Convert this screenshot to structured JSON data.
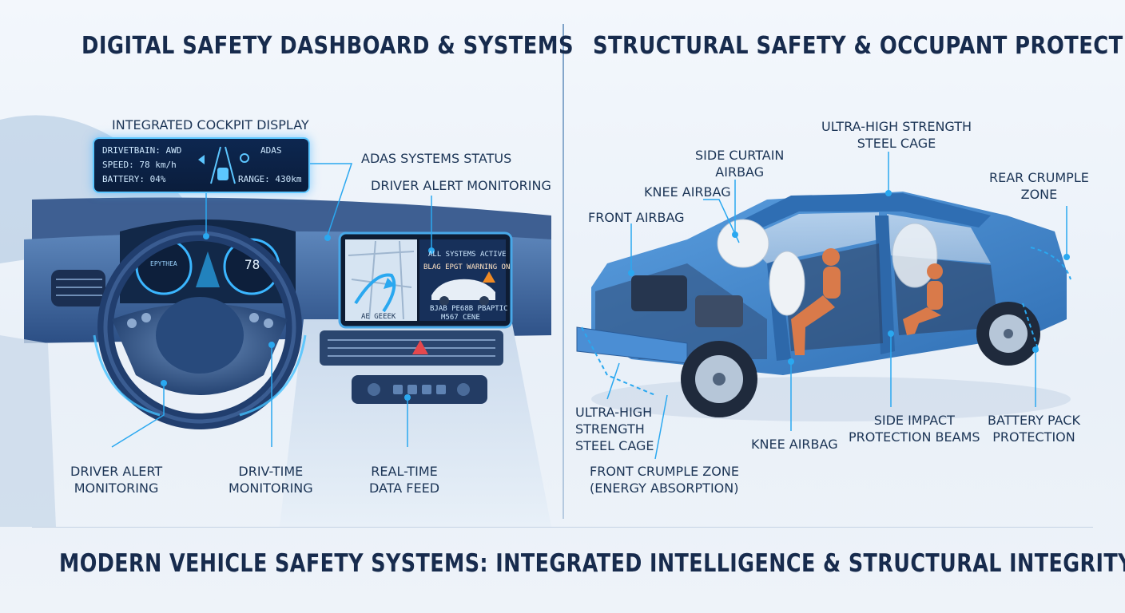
{
  "titles": {
    "left": "DIGITAL SAFETY DASHBOARD & SYSTEMS",
    "right": "STRUCTURAL SAFETY & OCCUPANT PROTECTION",
    "bottom": "MODERN VEHICLE SAFETY SYSTEMS: INTEGRATED INTELLIGENCE & STRUCTURAL INTEGRITY"
  },
  "cockpit_display": {
    "label": "INTEGRATED COCKPIT DISPLAY",
    "drivetrain": "DRIVETBAIN: AWD",
    "speed": "SPEED: 78 km/h",
    "battery": "BATTERY: 04%",
    "adas": "ADAS",
    "range": "RANGE: 430km"
  },
  "cluster": {
    "left_readout": "EPYTHEA",
    "right_readout": "78"
  },
  "infotainment": {
    "status_line": "ALL SYSTEMS ACTIVE",
    "warning_line": "BLAG EPGT WARNING ON",
    "feed_line_1": "BJAB PE68B PBAPTIC",
    "feed_line_2": "M567 CENE",
    "map_label": "AE GEEEK"
  },
  "left_callouts": {
    "adas_status": "ADAS SYSTEMS STATUS",
    "driver_alert_top": "DRIVER ALERT MONITORING",
    "driver_alert_bottom": [
      "DRIVER ALERT",
      "MONITORING"
    ],
    "drive_time": [
      "DRIV-TIME",
      "MONITORING"
    ],
    "data_feed": [
      "REAL-TIME",
      "DATA FEED"
    ]
  },
  "right_callouts": {
    "steel_cage_top": [
      "ULTRA-HIGH STRENGTH",
      "STEEL CAGE"
    ],
    "side_curtain": [
      "SIDE CURTAIN",
      "AIRBAG"
    ],
    "knee_airbag_top": "KNEE AIRBAG",
    "front_airbag": "FRONT AIRBAG",
    "rear_crumple": [
      "REAR CRUMPLE",
      "ZONE"
    ],
    "steel_cage_bottom": [
      "ULTRA-HIGH",
      "STRENGTH",
      "STEEL CAGE"
    ],
    "front_crumple": [
      "FRONT CRUMPLE ZONE",
      "(ENERGY ABSORPTION)"
    ],
    "knee_airbag_bottom": "KNEE AIRBAG",
    "side_impact": [
      "SIDE IMPACT",
      "PROTECTION BEAMS"
    ],
    "battery_pack": [
      "BATTERY PACK",
      "PROTECTION"
    ]
  },
  "colors": {
    "accent": "#2aa8f0",
    "title": "#172b4d",
    "car_body": "#3f86cc",
    "airbag": "#e8edf2",
    "dummy": "#d97a4a"
  }
}
